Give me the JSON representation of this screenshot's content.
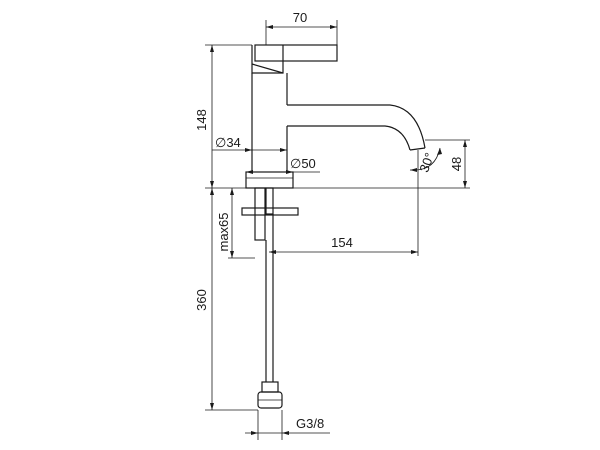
{
  "drawing": {
    "dimensions": {
      "spout_top_width": "70",
      "total_height": "148",
      "body_diameter": "∅34",
      "base_diameter": "∅50",
      "outlet_angle": "30°",
      "outlet_height": "48",
      "max_deck_thickness": "max65",
      "spout_reach": "154",
      "hose_length": "360",
      "connection_thread": "G3/8"
    }
  }
}
